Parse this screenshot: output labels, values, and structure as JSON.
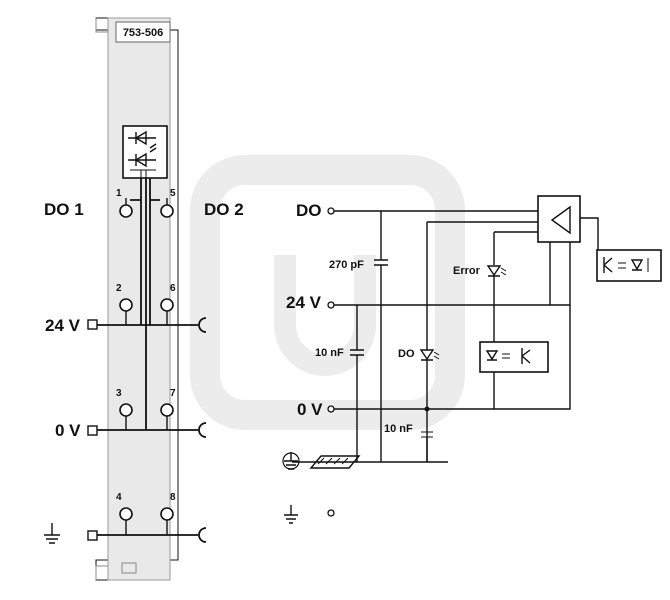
{
  "module": {
    "part_number": "753-506"
  },
  "terminals": {
    "t1": "1",
    "t2": "2",
    "t3": "3",
    "t4": "4",
    "t5": "5",
    "t6": "6",
    "t7": "7",
    "t8": "8"
  },
  "left": {
    "do1": "DO 1",
    "do2": "DO 2",
    "v24": "24 V",
    "v0": "0 V"
  },
  "schematic": {
    "do": "DO",
    "v24": "24 V",
    "v0": "0 V",
    "cap_270": "270 pF",
    "cap_10a": "10 nF",
    "cap_10b": "10 nF",
    "error": "Error",
    "do_led": "DO"
  }
}
